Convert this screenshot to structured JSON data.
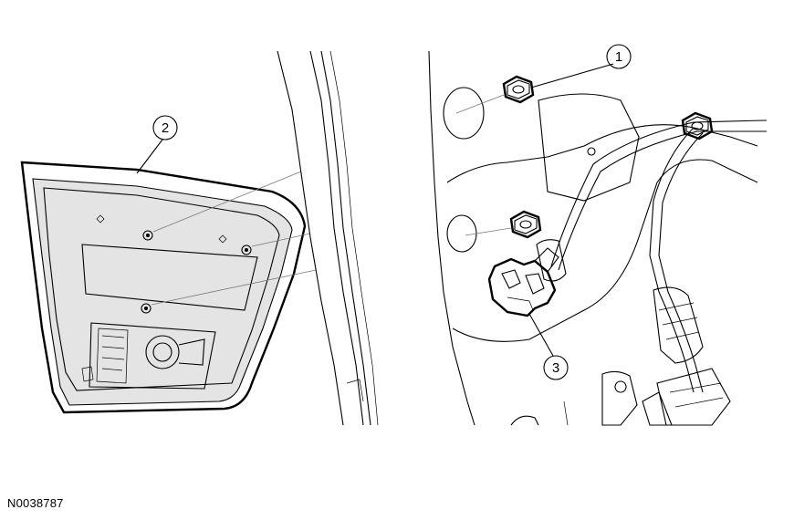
{
  "figure_id": "N0038787",
  "callouts": [
    {
      "label": "1"
    },
    {
      "label": "2"
    },
    {
      "label": "3"
    }
  ]
}
